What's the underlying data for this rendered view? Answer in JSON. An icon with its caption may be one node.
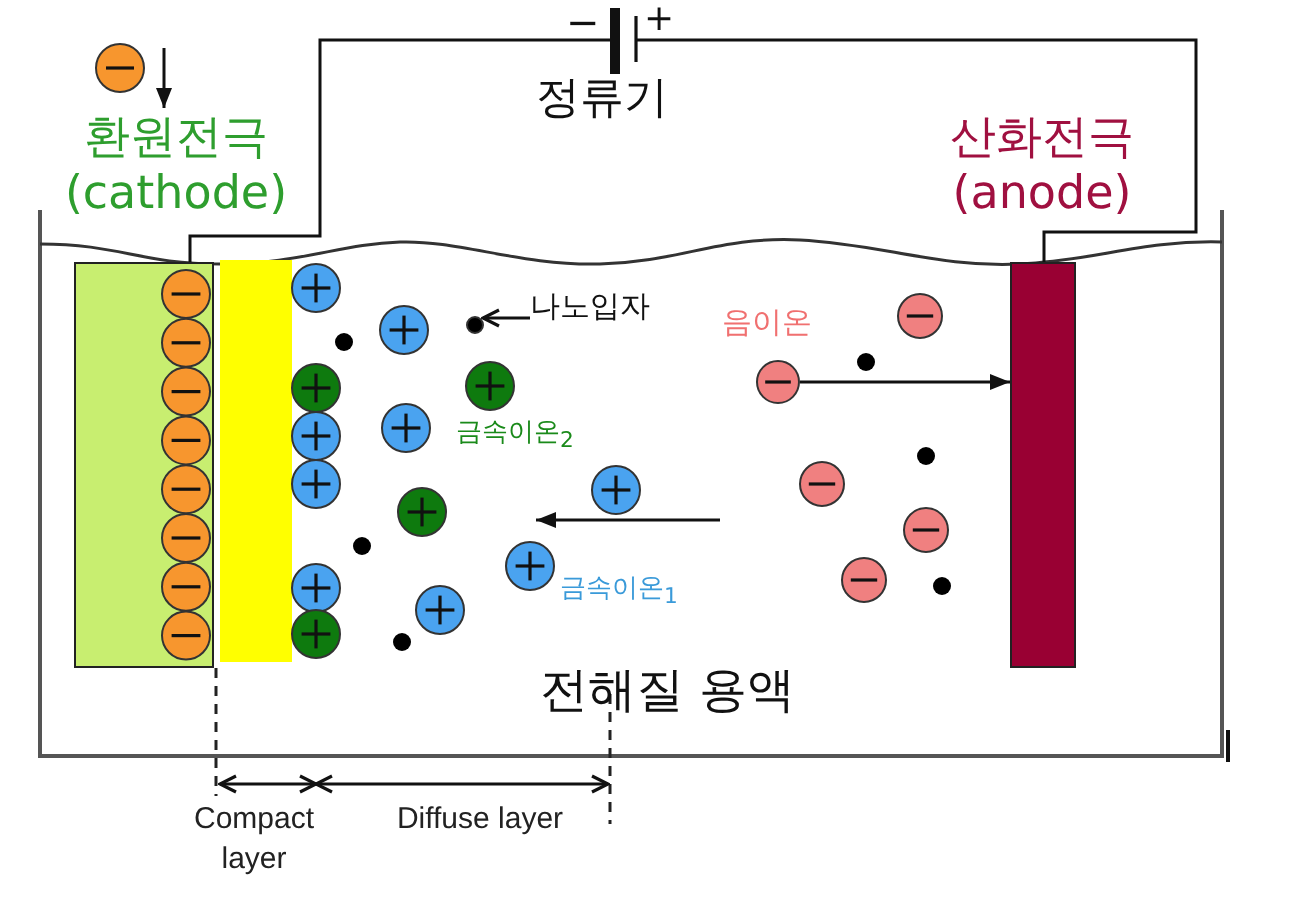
{
  "diagram": {
    "nodes": [
      {
        "text": [],
        "shape": "box",
        "beside": [
          "환원전극 (cathode)"
        ]
      },
      {
        "text": [],
        "shape": "bar"
      },
      {
        "text": [],
        "shape": "box",
        "beside": [
          "산화전극 (anode)"
        ]
      },
      {
        "text": [
          "−",
          "+",
          "정류기"
        ]
      },
      {
        "text": [
          "나노입자"
        ]
      },
      {
        "text": [],
        "shape": "circle"
      },
      {
        "text": [],
        "shape": "circle"
      }
    ],
    "edges": [
      {
        "from": 3,
        "to": 0,
        "arrow": "none"
      },
      {
        "from": 3,
        "to": 2,
        "arrow": "none"
      },
      {
        "from": 4,
        "to": 5,
        "arrow": "to"
      },
      {
        "from": 6,
        "to": 2,
        "arrow": "to"
      }
    ],
    "labels": [
      "음이온",
      "금속이온$_{2}$",
      "금속이온$_{1}$",
      "전해질 용액",
      "Compact layer",
      "Diffuse layer"
    ]
  }
}
